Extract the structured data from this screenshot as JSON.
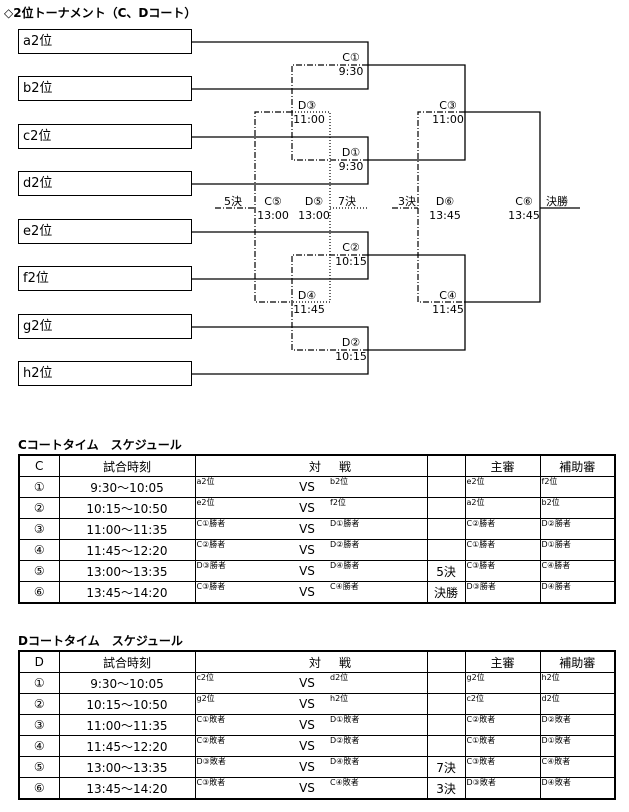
{
  "title": "◇2位トーナメント（C、Dコート）",
  "teams": [
    "a2位",
    "b2位",
    "c2位",
    "d2位",
    "e2位",
    "f2位",
    "g2位",
    "h2位"
  ],
  "bracket": {
    "c1": {
      "court": "C①",
      "time": "9:30"
    },
    "d1": {
      "court": "D①",
      "time": "9:30"
    },
    "c2": {
      "court": "C②",
      "time": "10:15"
    },
    "d2": {
      "court": "D②",
      "time": "10:15"
    },
    "d3": {
      "court": "D③",
      "time": "11:00"
    },
    "d4": {
      "court": "D④",
      "time": "11:45"
    },
    "c3": {
      "court": "C③",
      "time": "11:00"
    },
    "c4": {
      "court": "C④",
      "time": "11:45"
    },
    "c5": {
      "court": "C⑤",
      "time": "13:00"
    },
    "d5": {
      "court": "D⑤",
      "time": "13:00"
    },
    "d6": {
      "court": "D⑥",
      "time": "13:45"
    },
    "c6": {
      "court": "C⑥",
      "time": "13:45"
    },
    "label_5": "5決",
    "label_7": "7決",
    "label_3": "3決",
    "label_final": "決勝"
  },
  "schedules": [
    {
      "heading": "Cコートタイム　スケジュール",
      "header": {
        "court": "C",
        "time": "試合時刻",
        "match_a": "対",
        "match_b": "戦",
        "ref": "主審",
        "assist": "補助審"
      },
      "rows": [
        {
          "no": "①",
          "time": "9:30～10:05",
          "a": "a2位",
          "vs": "VS",
          "b": "b2位",
          "note": "",
          "ref": "e2位",
          "assist": "f2位"
        },
        {
          "no": "②",
          "time": "10:15～10:50",
          "a": "e2位",
          "vs": "VS",
          "b": "f2位",
          "note": "",
          "ref": "a2位",
          "assist": "b2位"
        },
        {
          "no": "③",
          "time": "11:00～11:35",
          "a": "C①勝者",
          "vs": "VS",
          "b": "D①勝者",
          "note": "",
          "ref": "C②勝者",
          "assist": "D②勝者"
        },
        {
          "no": "④",
          "time": "11:45～12:20",
          "a": "C②勝者",
          "vs": "VS",
          "b": "D②勝者",
          "note": "",
          "ref": "C①勝者",
          "assist": "D①勝者"
        },
        {
          "no": "⑤",
          "time": "13:00～13:35",
          "a": "D③勝者",
          "vs": "VS",
          "b": "D④勝者",
          "note": "5決",
          "ref": "C③勝者",
          "assist": "C④勝者"
        },
        {
          "no": "⑥",
          "time": "13:45～14:20",
          "a": "C③勝者",
          "vs": "VS",
          "b": "C④勝者",
          "note": "決勝",
          "ref": "D③勝者",
          "assist": "D④勝者"
        }
      ]
    },
    {
      "heading": "Dコートタイム　スケジュール",
      "header": {
        "court": "D",
        "time": "試合時刻",
        "match_a": "対",
        "match_b": "戦",
        "ref": "主審",
        "assist": "補助審"
      },
      "rows": [
        {
          "no": "①",
          "time": "9:30～10:05",
          "a": "c2位",
          "vs": "VS",
          "b": "d2位",
          "note": "",
          "ref": "g2位",
          "assist": "h2位"
        },
        {
          "no": "②",
          "time": "10:15～10:50",
          "a": "g2位",
          "vs": "VS",
          "b": "h2位",
          "note": "",
          "ref": "c2位",
          "assist": "d2位"
        },
        {
          "no": "③",
          "time": "11:00～11:35",
          "a": "C①敗者",
          "vs": "VS",
          "b": "D①敗者",
          "note": "",
          "ref": "C②敗者",
          "assist": "D②敗者"
        },
        {
          "no": "④",
          "time": "11:45～12:20",
          "a": "C②敗者",
          "vs": "VS",
          "b": "D②敗者",
          "note": "",
          "ref": "C①敗者",
          "assist": "D①敗者"
        },
        {
          "no": "⑤",
          "time": "13:00～13:35",
          "a": "D③敗者",
          "vs": "VS",
          "b": "D④敗者",
          "note": "7決",
          "ref": "C③敗者",
          "assist": "C④敗者"
        },
        {
          "no": "⑥",
          "time": "13:45～14:20",
          "a": "C③敗者",
          "vs": "VS",
          "b": "C④敗者",
          "note": "3決",
          "ref": "D③敗者",
          "assist": "D④敗者"
        }
      ]
    }
  ]
}
